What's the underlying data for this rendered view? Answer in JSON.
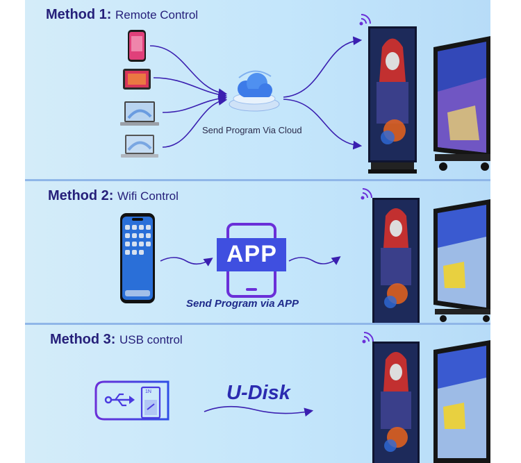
{
  "method1": {
    "label": "Method 1:",
    "name": "Remote Control",
    "caption": "Send Program Via Cloud"
  },
  "method2": {
    "label": "Method 2:",
    "name": "Wifi Control",
    "app_text": "APP",
    "caption": "Send Program via APP"
  },
  "method3": {
    "label": "Method 3:",
    "name": "USB control",
    "usb_small_text": "1N",
    "transfer_text": "U-Disk"
  },
  "colors": {
    "panel_bg": "#c4e6fb",
    "title_text": "#26207a",
    "arrow": "#3a1fb0",
    "accent_blue": "#2f4ee6",
    "accent_purple": "#6a2fd8"
  },
  "icons": [
    "smartphone-icon",
    "tablet-icon",
    "laptop-icon",
    "cloud-icon",
    "wifi-signal-icon",
    "app-tablet-icon",
    "usb-drive-icon",
    "led-poster-display",
    "led-screen-display"
  ]
}
